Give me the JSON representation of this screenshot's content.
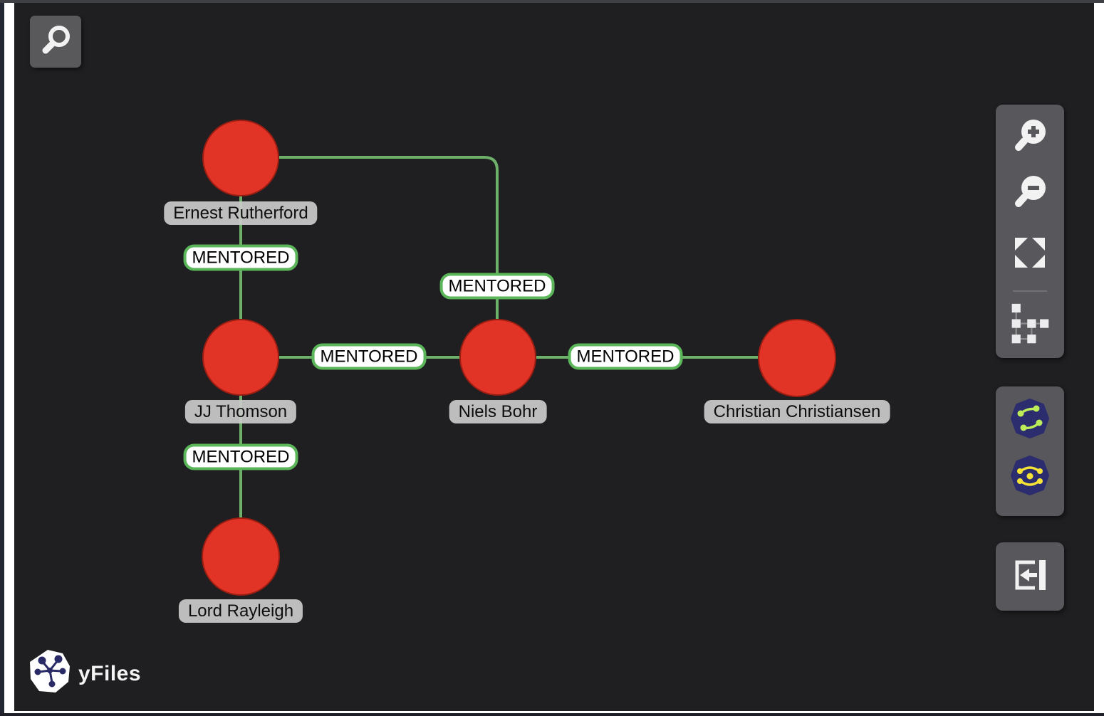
{
  "app": {
    "canvas_background": "#1f1f21",
    "search_button": {
      "icon": "magnifier-icon"
    }
  },
  "graph": {
    "node_color": "#e13427",
    "node_border_color": "#9c1d12",
    "edge_color": "#6eb069",
    "edge_label_border_color": "#5bb65a",
    "nodes": [
      {
        "id": "ernest-rutherford",
        "label": "Ernest Rutherford"
      },
      {
        "id": "jj-thomson",
        "label": "JJ Thomson"
      },
      {
        "id": "niels-bohr",
        "label": "Niels Bohr"
      },
      {
        "id": "christian-christiansen",
        "label": "Christian Christiansen"
      },
      {
        "id": "lord-rayleigh",
        "label": "Lord Rayleigh"
      }
    ],
    "edges": [
      {
        "from": "Ernest Rutherford",
        "to": "JJ Thomson",
        "label": "MENTORED"
      },
      {
        "from": "Ernest Rutherford",
        "to": "Niels Bohr",
        "label": "MENTORED"
      },
      {
        "from": "JJ Thomson",
        "to": "Niels Bohr",
        "label": "MENTORED"
      },
      {
        "from": "Niels Bohr",
        "to": "Christian Christiansen",
        "label": "MENTORED"
      },
      {
        "from": "JJ Thomson",
        "to": "Lord Rayleigh",
        "label": "MENTORED"
      }
    ]
  },
  "right_toolbar": {
    "group1": [
      {
        "icon": "zoom-in-icon"
      },
      {
        "icon": "zoom-out-icon"
      },
      {
        "icon": "fit-content-icon"
      },
      {
        "icon": "hierarchic-layout-icon"
      }
    ],
    "group2": [
      {
        "icon": "organic-layout-icon"
      },
      {
        "icon": "radial-layout-icon"
      }
    ],
    "group3": [
      {
        "icon": "exit-sidebar-icon"
      }
    ]
  },
  "branding": {
    "logo_text": "yFiles"
  }
}
